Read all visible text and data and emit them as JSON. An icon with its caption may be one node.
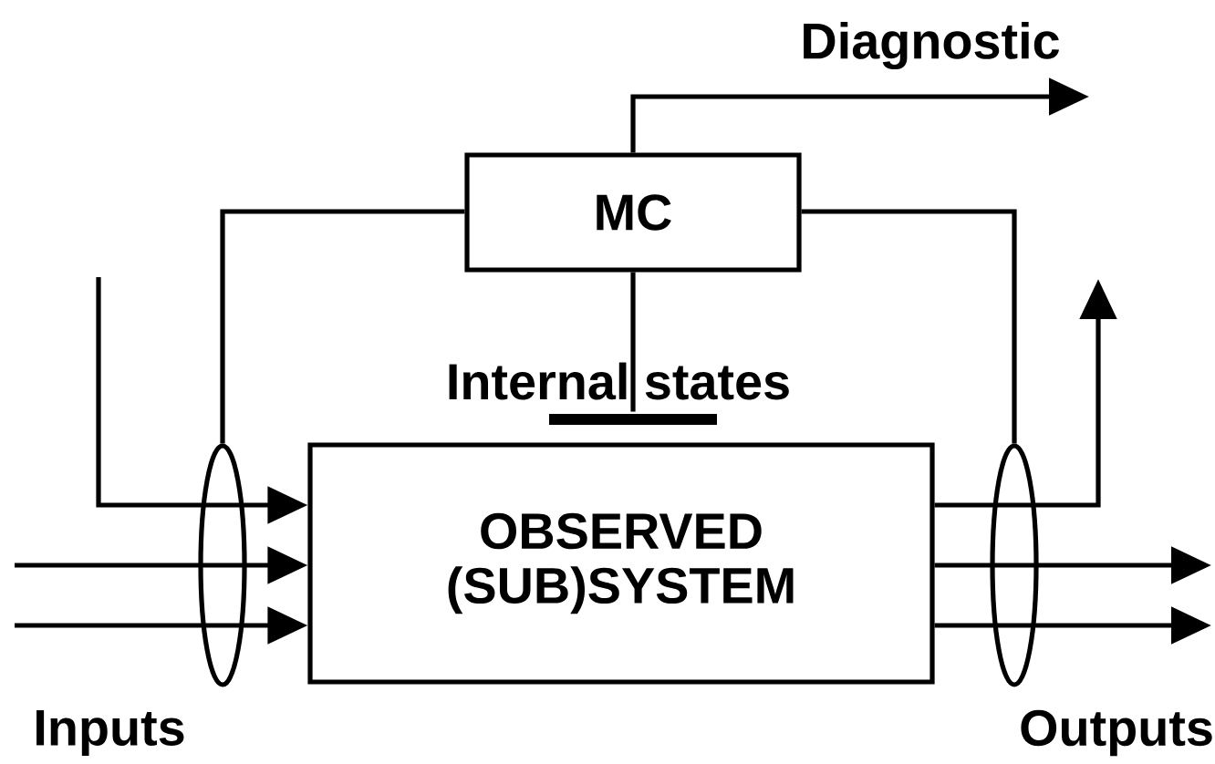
{
  "diagram": {
    "nodes": [
      {
        "text": [
          "MC"
        ]
      },
      {
        "text": [
          "OBSERVED (SUB)SYSTEM"
        ]
      },
      {
        "text": [],
        "shape": "ellipse"
      },
      {
        "text": [],
        "shape": "ellipse"
      },
      {
        "text": [],
        "shape": "bar"
      }
    ],
    "edges": [
      {
        "from": 0,
        "to": 2,
        "arrow": "none"
      },
      {
        "from": 0,
        "to": 3,
        "arrow": "none"
      },
      {
        "from": 0,
        "to": 4,
        "arrow": "none"
      },
      {
        "from": 0,
        "to": null,
        "arrow": "to",
        "label": "Diagnostic"
      },
      {
        "from": null,
        "to": 1,
        "arrow": "to"
      },
      {
        "from": null,
        "to": 1,
        "arrow": "to"
      },
      {
        "from": null,
        "to": 1,
        "arrow": "to"
      },
      {
        "from": 1,
        "to": null,
        "arrow": "to"
      },
      {
        "from": 1,
        "to": null,
        "arrow": "to"
      },
      {
        "from": 1,
        "to": null,
        "arrow": "to"
      }
    ],
    "labels": [
      "Internal states",
      "Inputs",
      "Outputs"
    ]
  }
}
